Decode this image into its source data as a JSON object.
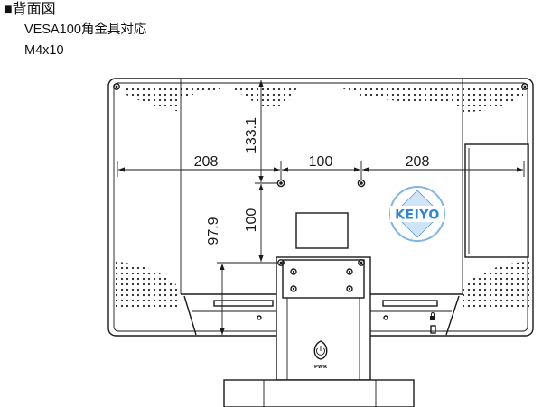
{
  "header": {
    "title": "■背面図",
    "vesa_note": "VESA100角金具対応",
    "screw_spec": "M4x10"
  },
  "dimensions": {
    "left_edge_to_hole": "208",
    "hole_spacing_horizontal": "100",
    "hole_to_right_edge": "208",
    "top_edge_to_hole": "133.1",
    "hole_spacing_vertical": "100",
    "hole_to_bottom": "97.9"
  },
  "logo": {
    "text": "KEIYO",
    "primary_color": "#2f86d6",
    "light_color": "#cfe4f6"
  },
  "stand": {
    "power_label": "PWR"
  }
}
